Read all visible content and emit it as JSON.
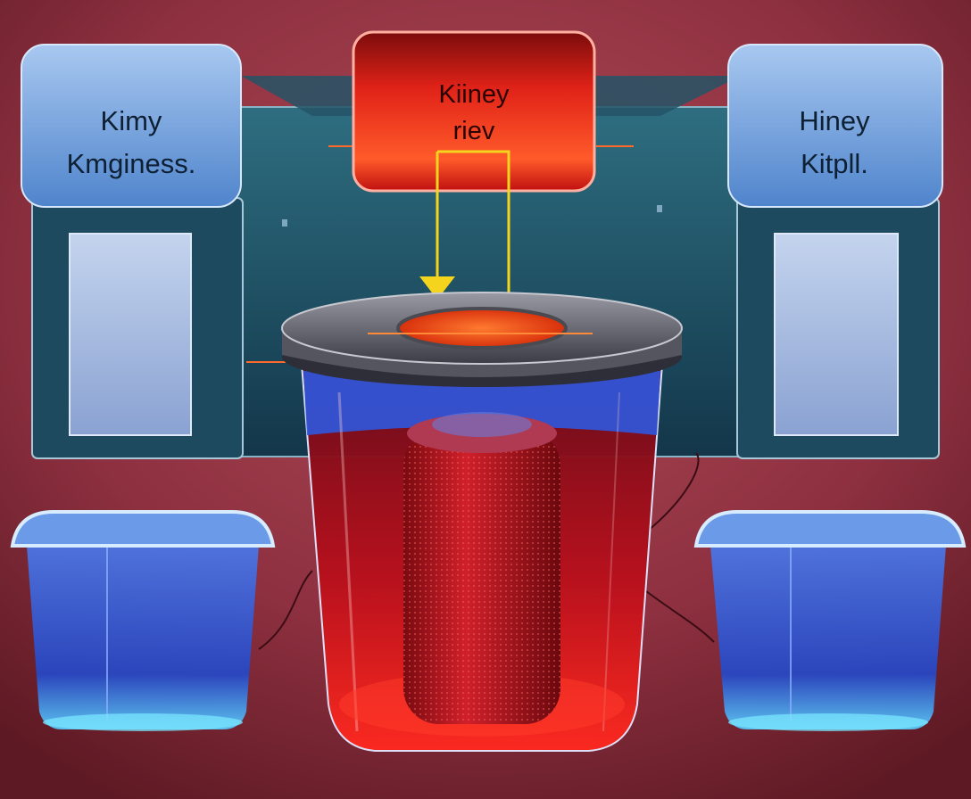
{
  "left_panel": {
    "line1": "Kimy",
    "line2": "Kmginess."
  },
  "center_panel": {
    "line1": "Kiiney",
    "line2": "riev"
  },
  "right_panel": {
    "line1": "Hiney",
    "line2": "Kitpll."
  },
  "colors": {
    "background": "#8a2f3c",
    "back_panel": "#1c4a5c",
    "label_box": "#6a9ed8",
    "center_box": "#d81818",
    "liquid_red": "#c8101a",
    "liquid_blue": "#2d52d8",
    "arrow": "#f5d41e"
  }
}
